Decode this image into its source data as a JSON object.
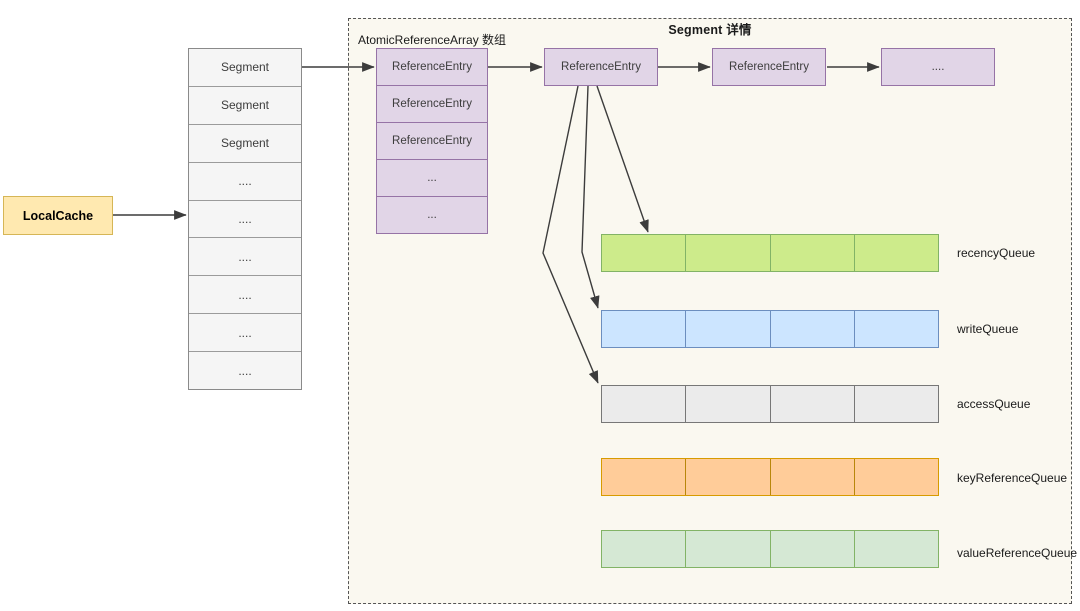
{
  "diagram": {
    "title": "Segment 详情",
    "array_caption": "AtomicReferenceArray 数组",
    "ellipsis_short": "...",
    "ellipsis_long": "...."
  },
  "local_cache": {
    "label": "LocalCache"
  },
  "segment_table": {
    "cells": [
      {
        "label": "Segment"
      },
      {
        "label": "Segment"
      },
      {
        "label": "Segment"
      },
      {
        "label": "...."
      },
      {
        "label": "...."
      },
      {
        "label": "...."
      },
      {
        "label": "...."
      },
      {
        "label": "...."
      },
      {
        "label": "...."
      }
    ]
  },
  "array_column": {
    "cells": [
      {
        "label": "ReferenceEntry"
      },
      {
        "label": "ReferenceEntry"
      },
      {
        "label": "ReferenceEntry"
      },
      {
        "label": "..."
      },
      {
        "label": "..."
      }
    ]
  },
  "entry_chain": [
    {
      "label": "ReferenceEntry"
    },
    {
      "label": "ReferenceEntry"
    },
    {
      "label": "...."
    }
  ],
  "queues": [
    {
      "name": "recencyQueue",
      "label": "recencyQueue",
      "cells": 4,
      "fill": "#cdeb8b",
      "stroke": "#82b366"
    },
    {
      "name": "writeQueue",
      "label": "writeQueue",
      "cells": 4,
      "fill": "#cce5ff",
      "stroke": "#6c8ebf"
    },
    {
      "name": "accessQueue",
      "label": "accessQueue",
      "cells": 4,
      "fill": "#ebebeb",
      "stroke": "#777777"
    },
    {
      "name": "keyReferenceQueue",
      "label": "keyReferenceQueue",
      "cells": 4,
      "fill": "#ffcc99",
      "stroke": "#d79b00"
    },
    {
      "name": "valueReferenceQueue",
      "label": "valueReferenceQueue",
      "cells": 4,
      "fill": "#d5e8d4",
      "stroke": "#82b366"
    }
  ],
  "colors": {
    "panel_background": "#faf8f0",
    "panel_border": "#555555",
    "entry_fill": "#e1d5e7",
    "entry_stroke": "#9673a6",
    "localcache_fill": "#ffe9b0",
    "localcache_stroke": "#d6b656",
    "segment_fill": "#f5f5f5",
    "segment_stroke": "#9b9b9b",
    "arrow": "#3c3c3c"
  }
}
